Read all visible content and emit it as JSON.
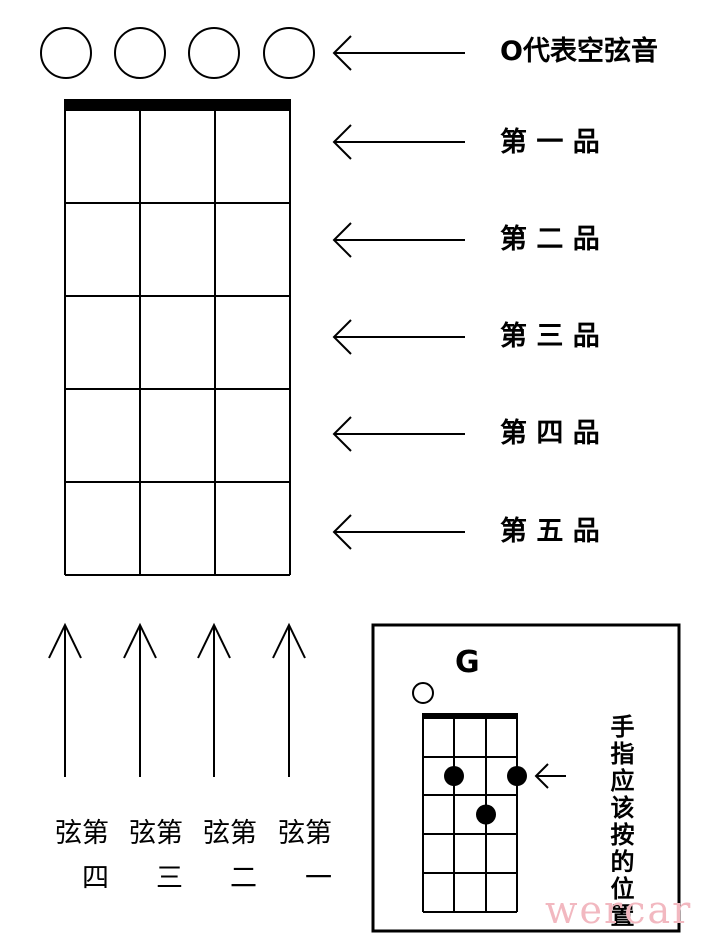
{
  "open_label": "O代表空弦音",
  "fret_labels": [
    "第 一 品",
    "第 二 品",
    "第 三 品",
    "第 四 品",
    "第 五 品"
  ],
  "string_labels": [
    "第四弦",
    "第三弦",
    "第二弦",
    "第一弦"
  ],
  "chord": {
    "name": "G",
    "annotation": "手指应该按的位置",
    "open_strings": [
      4
    ],
    "dots": [
      {
        "string": 3,
        "fret": 2
      },
      {
        "string": 1,
        "fret": 2
      },
      {
        "string": 2,
        "fret": 3
      }
    ]
  },
  "watermark": "wercar"
}
